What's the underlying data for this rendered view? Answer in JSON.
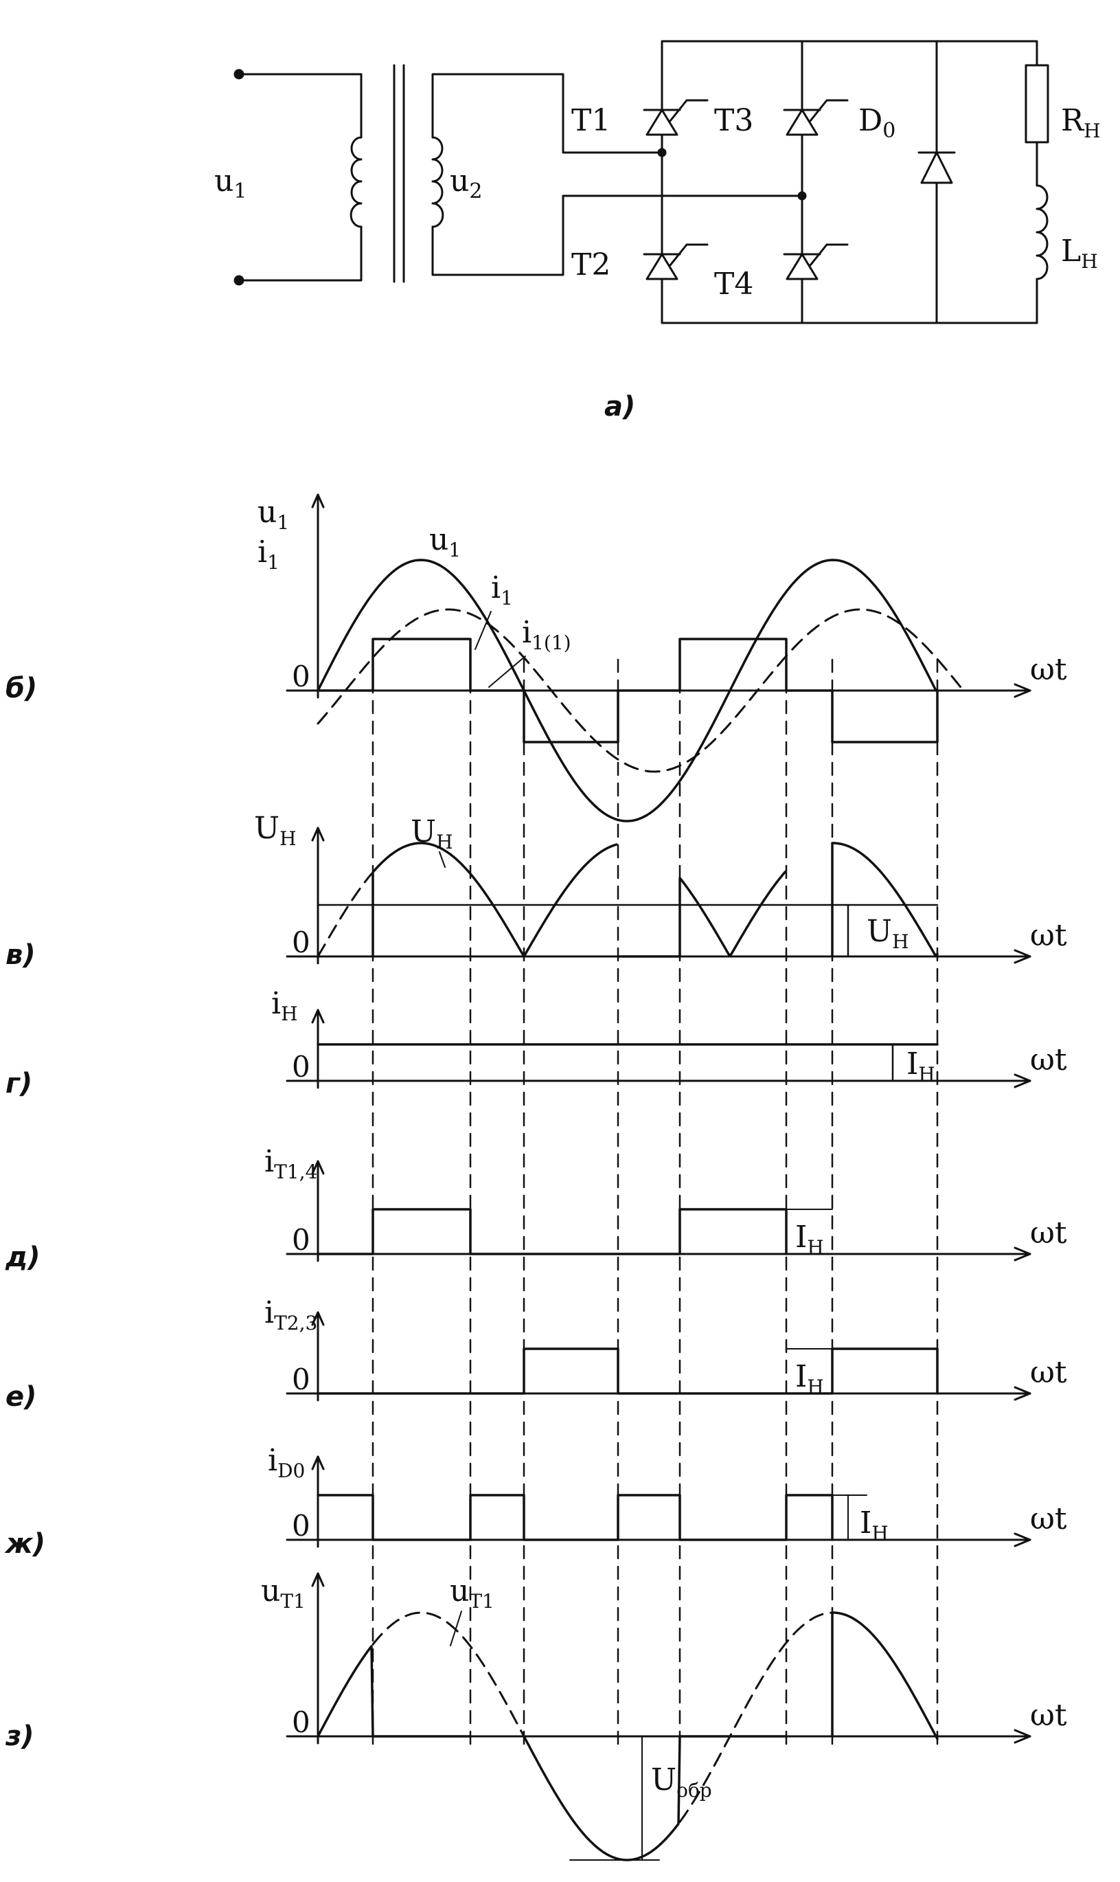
{
  "circuit": {
    "caption": "а)",
    "input_voltage": "u",
    "input_voltage_sub": "1",
    "secondary_voltage": "u",
    "secondary_voltage_sub": "2",
    "thyristors": [
      "T1",
      "T2",
      "T3",
      "T4"
    ],
    "diode": "D",
    "diode_sub": "0",
    "resistor": "R",
    "resistor_sub": "Н",
    "inductor": "L",
    "inductor_sub": "Н"
  },
  "plots": [
    {
      "caption": "б)",
      "axis": "ωt",
      "origin": "0",
      "ylabel_lines": [
        {
          "t": "u",
          "s": "1"
        },
        {
          "t": "i",
          "s": "1"
        }
      ],
      "curve_labels": [
        {
          "t": "u",
          "s": "1"
        },
        {
          "t": "i",
          "s": "1"
        },
        {
          "t": "i",
          "s": "1(1)"
        }
      ]
    },
    {
      "caption": "в)",
      "axis": "ωt",
      "origin": "0",
      "ylabel_lines": [
        {
          "t": "U",
          "s": "Н"
        }
      ],
      "curve_labels": [
        {
          "t": "U",
          "s": "Н"
        }
      ],
      "level_label": {
        "t": "U",
        "s": "Н"
      }
    },
    {
      "caption": "г)",
      "axis": "ωt",
      "origin": "0",
      "ylabel_lines": [
        {
          "t": "i",
          "s": "Н"
        }
      ],
      "level_label": {
        "t": "I",
        "s": "Н"
      }
    },
    {
      "caption": "д)",
      "axis": "ωt",
      "origin": "0",
      "ylabel_lines": [
        {
          "t": "i",
          "s": "T1,4"
        }
      ],
      "level_label": {
        "t": "I",
        "s": "Н"
      }
    },
    {
      "caption": "е)",
      "axis": "ωt",
      "origin": "0",
      "ylabel_lines": [
        {
          "t": "i",
          "s": "T2,3"
        }
      ],
      "level_label": {
        "t": "I",
        "s": "Н"
      }
    },
    {
      "caption": "ж)",
      "axis": "ωt",
      "origin": "0",
      "ylabel_lines": [
        {
          "t": "i",
          "s": "D0"
        }
      ],
      "level_label": {
        "t": "I",
        "s": "Н"
      }
    },
    {
      "caption": "з)",
      "axis": "ωt",
      "origin": "0",
      "ylabel_lines": [
        {
          "t": "u",
          "s": "T1"
        }
      ],
      "curve_labels": [
        {
          "t": "u",
          "s": "T1"
        }
      ],
      "level_label": {
        "t": "U",
        "s": "обр"
      }
    }
  ]
}
